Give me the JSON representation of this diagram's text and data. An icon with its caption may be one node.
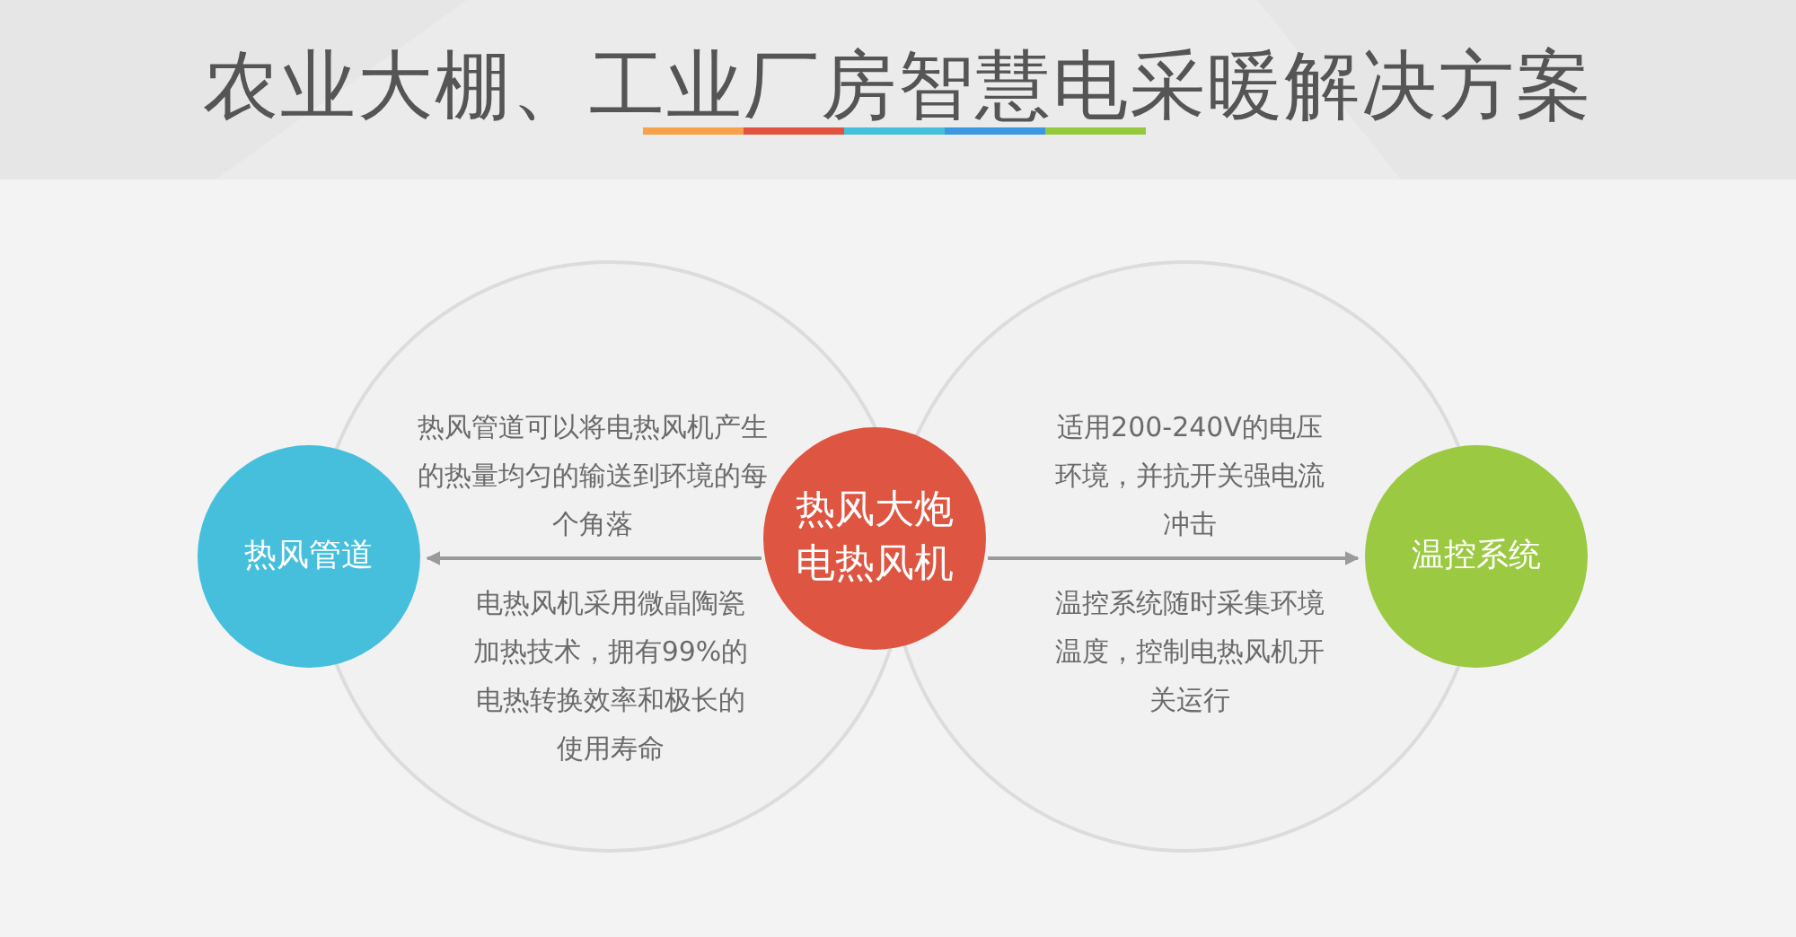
{
  "diagram": {
    "title": "农业大棚、工业厂房智慧电采暖解决方案",
    "nodes": [
      {
        "text": [
          "热风管道"
        ]
      },
      {
        "text": [
          "热风大炮电热风机"
        ]
      },
      {
        "text": [
          "温控系统"
        ]
      }
    ],
    "edges": [
      {
        "from": 1,
        "to": 0,
        "arrow": "to"
      },
      {
        "from": 1,
        "to": 2,
        "arrow": "to"
      }
    ],
    "labels": [
      "热风管道可以将电热风机产生的热量均匀的输送到环境的每个角落",
      "适用200-240V的电压环境，并抗开关强电流冲击",
      "电热风机采用微晶陶瓷加热技术，拥有99%的电热转换效率和极长的使用寿命",
      "温控系统随时采集环境温度，控制电热风机开关运行"
    ]
  }
}
